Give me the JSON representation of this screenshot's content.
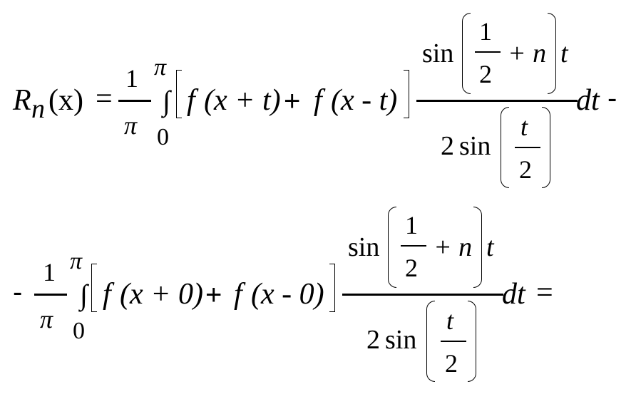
{
  "formula": {
    "line1": {
      "lhs_symbol": "R",
      "lhs_subscript": "n",
      "lhs_arg": "(x)",
      "equals": "=",
      "coef_num": "1",
      "coef_den": "π",
      "upper_limit": "π",
      "integral": "∫",
      "lower_limit": "0",
      "f1": "f",
      "arg1": "(x + t)",
      "plus": "+",
      "f2": "f",
      "arg2": "(x - t)",
      "num_sin": "sin",
      "num_frac_num": "1",
      "num_frac_den": "2",
      "num_plus_n": "+ n",
      "num_t": "t",
      "den_coef": "2",
      "den_sin": "sin",
      "den_frac_num": "t",
      "den_frac_den": "2",
      "dt": "dt",
      "trailing_op": "-"
    },
    "line2": {
      "leading_op": "-",
      "coef_num": "1",
      "coef_den": "π",
      "upper_limit": "π",
      "integral": "∫",
      "lower_limit": "0",
      "f1": "f",
      "arg1": "(x + 0)",
      "plus": "+",
      "f2": "f",
      "arg2": "(x - 0)",
      "num_sin": "sin",
      "num_frac_num": "1",
      "num_frac_den": "2",
      "num_plus_n": "+ n",
      "num_t": "t",
      "den_coef": "2",
      "den_sin": "sin",
      "den_frac_num": "t",
      "den_frac_den": "2",
      "dt": "dt",
      "trailing_op": "="
    }
  }
}
